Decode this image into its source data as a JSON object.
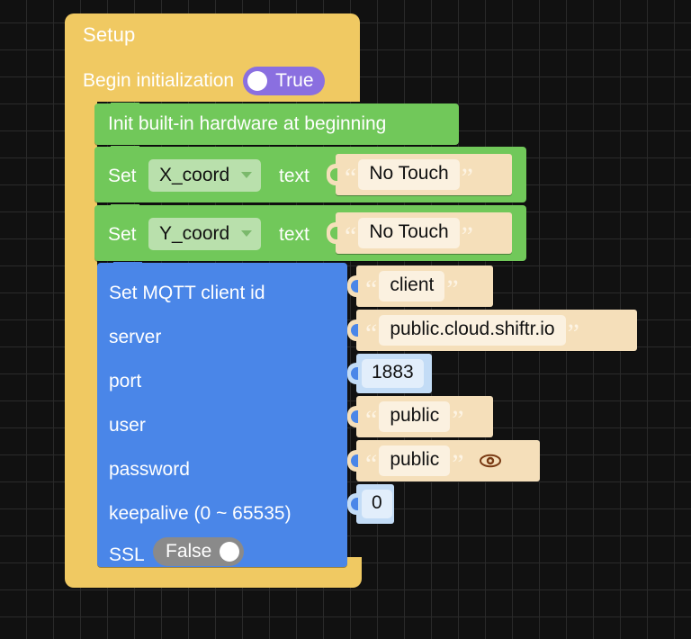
{
  "canvas": {
    "background": "#111111",
    "grid_color": "#2a2a2a",
    "grid_size": 30
  },
  "blocks": {
    "setup": {
      "title": "Setup",
      "color": "#f0c962",
      "row_label": "Begin initialization",
      "toggle": {
        "label": "True",
        "state": "on",
        "color": "#8a6fe0"
      }
    },
    "init_hardware": {
      "label": "Init built-in hardware at beginning",
      "color": "#71c85a"
    },
    "set_x": {
      "set_label": "Set",
      "variable": "X_coord",
      "property_label": "text",
      "value": "No Touch",
      "color": "#71c85a"
    },
    "set_y": {
      "set_label": "Set",
      "variable": "Y_coord",
      "property_label": "text",
      "value": "No Touch",
      "color": "#71c85a"
    },
    "mqtt": {
      "color": "#4a86e8",
      "rows": [
        {
          "label": "Set MQTT client id",
          "value": "client",
          "kind": "string"
        },
        {
          "label": "server",
          "value": "public.cloud.shiftr.io",
          "kind": "string"
        },
        {
          "label": "port",
          "value": "1883",
          "kind": "number"
        },
        {
          "label": "user",
          "value": "public",
          "kind": "string"
        },
        {
          "label": "password",
          "value": "public",
          "kind": "string",
          "icon": "eye-icon"
        },
        {
          "label": "keepalive (0 ~ 65535)",
          "value": "0",
          "kind": "number"
        }
      ],
      "ssl_label": "SSL",
      "ssl_toggle": {
        "label": "False",
        "state": "off",
        "color": "#8a8a8a"
      }
    }
  }
}
